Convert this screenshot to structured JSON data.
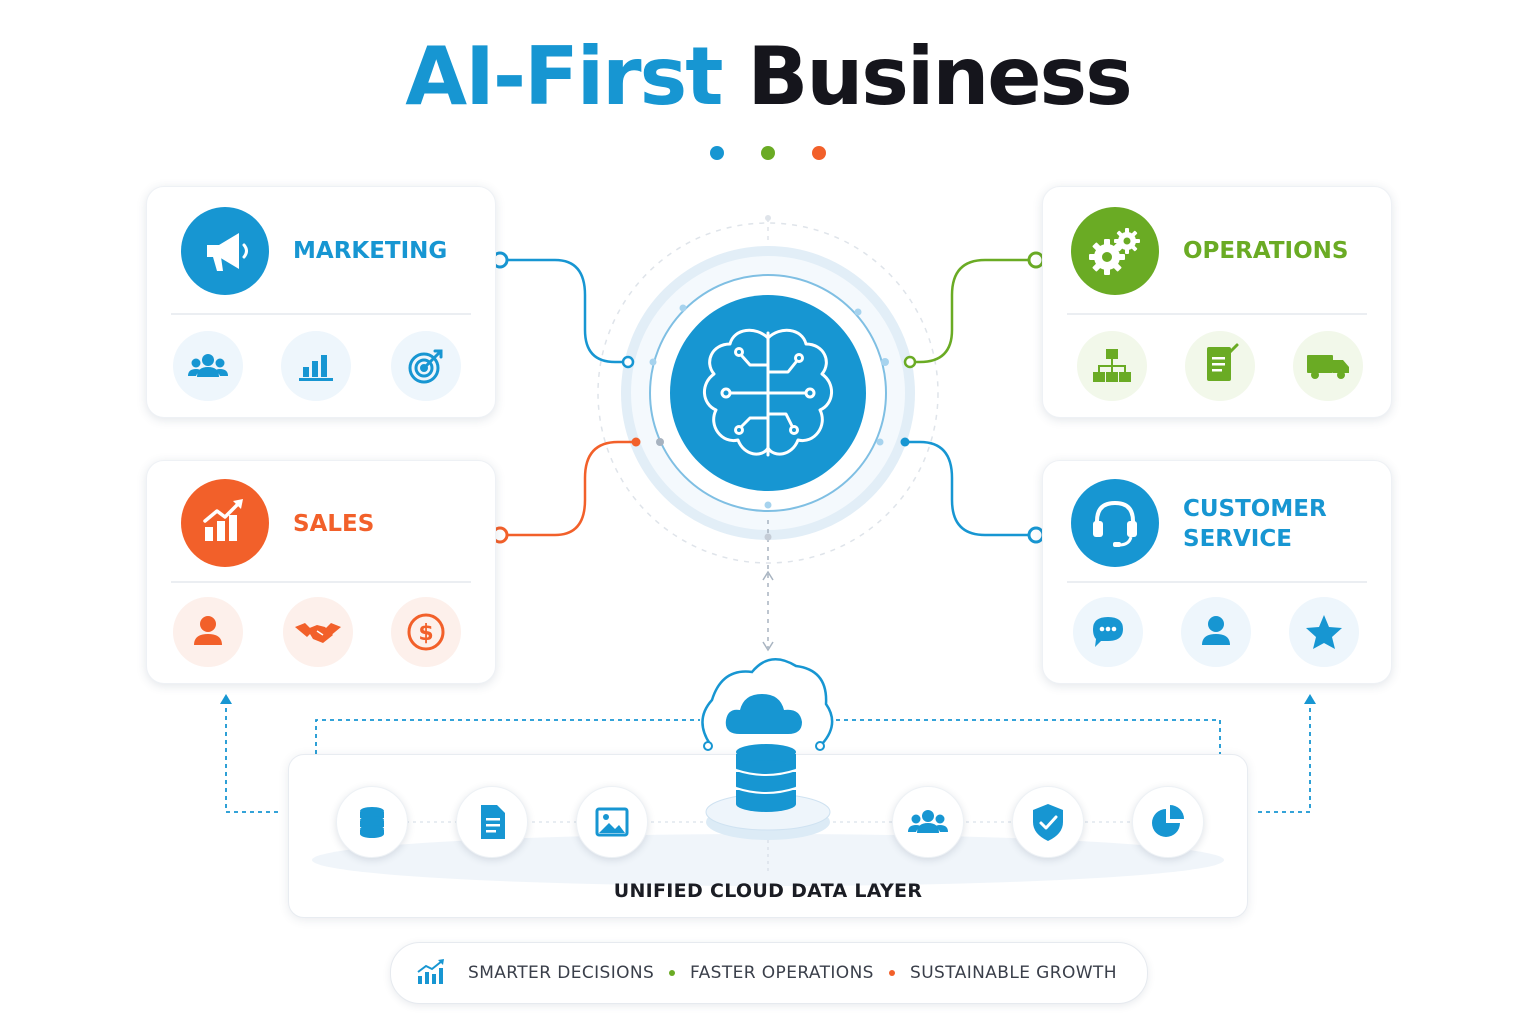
{
  "title": {
    "part1": "AI-First",
    "part2": "Business"
  },
  "colors": {
    "blue": "#1796d2",
    "green": "#6aab24",
    "orange": "#f2602a",
    "dark": "#15151c"
  },
  "title_dots": [
    {
      "color": "#1796d2"
    },
    {
      "color": "#6aab24"
    },
    {
      "color": "#f2602a"
    }
  ],
  "hub": {
    "icon": "brain-circuit-icon"
  },
  "departments": {
    "marketing": {
      "label": "MARKETING",
      "icon": "megaphone-icon",
      "sub_icons": [
        "team-icon",
        "bar-chart-icon",
        "target-icon"
      ]
    },
    "operations": {
      "label": "OPERATIONS",
      "icon": "gears-icon",
      "sub_icons": [
        "org-chart-icon",
        "document-icon",
        "truck-icon"
      ]
    },
    "sales": {
      "label": "SALES",
      "icon": "growth-chart-icon",
      "sub_icons": [
        "person-icon",
        "handshake-icon",
        "dollar-icon"
      ]
    },
    "customer_service": {
      "label_line1": "CUSTOMER",
      "label_line2": "SERVICE",
      "icon": "headset-icon",
      "sub_icons": [
        "chat-icon",
        "person-icon",
        "star-icon"
      ]
    }
  },
  "data_layer": {
    "label": "UNIFIED CLOUD DATA LAYER",
    "center_icons": [
      "cloud-icon",
      "database-icon"
    ],
    "icons": [
      "database-icon",
      "document-icon",
      "image-icon",
      "team-icon",
      "shield-check-icon",
      "pie-chart-icon"
    ]
  },
  "footer": {
    "icon": "growth-chart-icon",
    "items": [
      "SMARTER DECISIONS",
      "FASTER OPERATIONS",
      "SUSTAINABLE GROWTH"
    ]
  }
}
